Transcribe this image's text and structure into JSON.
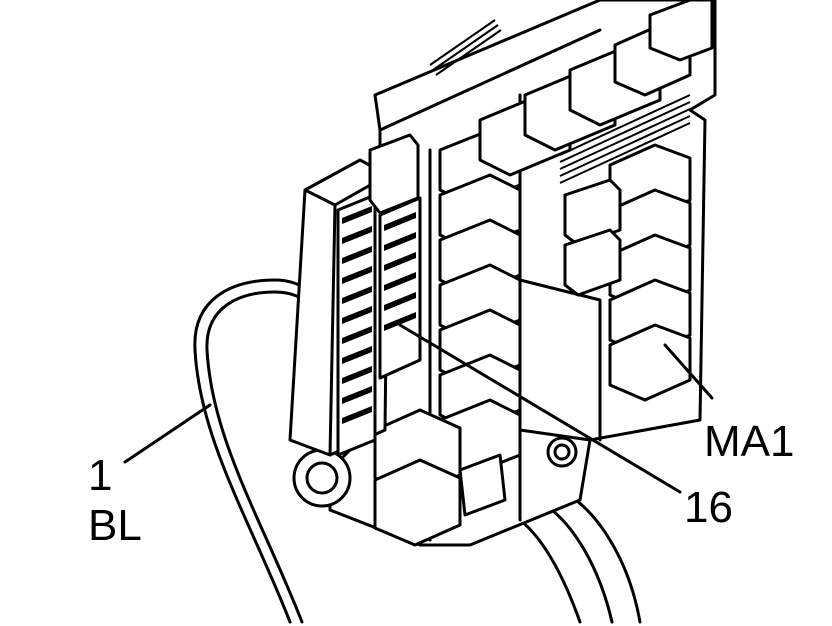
{
  "labels": {
    "callout_1_num": "1",
    "callout_1_code": "BL",
    "callout_16": "16",
    "callout_ma1": "MA1"
  },
  "colors": {
    "line": "#000000",
    "background": "#ffffff"
  }
}
